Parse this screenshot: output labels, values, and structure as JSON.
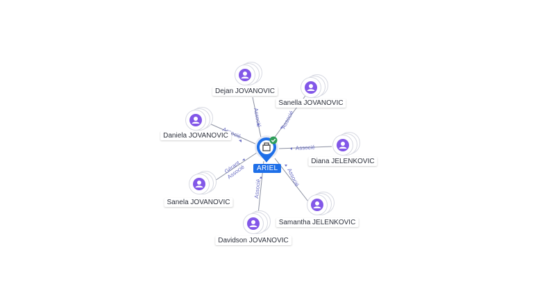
{
  "center": {
    "label": "ARIEL"
  },
  "colors": {
    "accent": "#1e6fe8",
    "person": "#8257e8",
    "edge_label": "#6b6fc4",
    "check": "#2f9e5a"
  },
  "people": [
    {
      "name": "Dejan JOVANOVIC",
      "relation": "Associé"
    },
    {
      "name": "Sanella JOVANOVIC",
      "relation": "Associé"
    },
    {
      "name": "Daniela JOVANOVIC",
      "relation": "Associé"
    },
    {
      "name": "Diana JELENKOVIC",
      "relation": "Associé"
    },
    {
      "name": "Sanela JOVANOVIC",
      "relation": "Gérant Associé"
    },
    {
      "name": "Samantha JELENKOVIC",
      "relation": "Associé"
    },
    {
      "name": "Davidson JOVANOVIC",
      "relation": "Associé"
    }
  ],
  "edge_labels": {
    "dejan": "Associé",
    "sanella": "Associé",
    "daniela": "Associé",
    "diana": "Associé",
    "sanela_1": "Gérant",
    "sanela_2": "Associé",
    "samantha": "Associé",
    "davidson": "Associé"
  }
}
